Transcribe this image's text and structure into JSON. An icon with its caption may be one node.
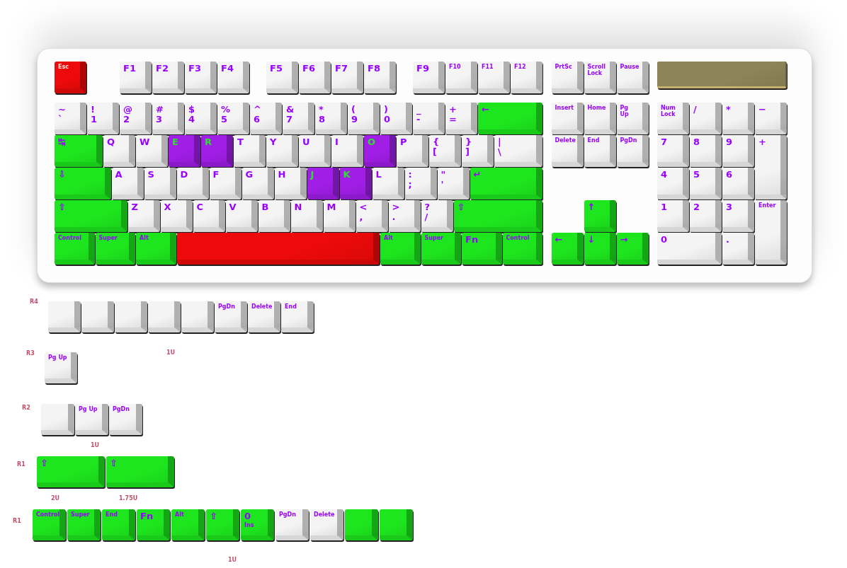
{
  "diagram": {
    "nodes": [
      {
        "text": [],
        "shape": "box"
      },
      {
        "text": [
          "Esc"
        ],
        "in": 0
      },
      {
        "text": [
          "F1"
        ],
        "in": 0
      },
      {
        "text": [
          "F2"
        ],
        "in": 0
      },
      {
        "text": [
          "F3"
        ],
        "in": 0
      },
      {
        "text": [
          "F4"
        ],
        "in": 0
      },
      {
        "text": [
          "F5"
        ],
        "in": 0
      },
      {
        "text": [
          "F6"
        ],
        "in": 0
      },
      {
        "text": [
          "F7"
        ],
        "in": 0
      },
      {
        "text": [
          "F8"
        ],
        "in": 0
      },
      {
        "text": [
          "F9"
        ],
        "in": 0
      },
      {
        "text": [
          "F10"
        ],
        "in": 0
      },
      {
        "text": [
          "F11"
        ],
        "in": 0
      },
      {
        "text": [
          "F12"
        ],
        "in": 0
      },
      {
        "text": [
          "PrtSc"
        ],
        "in": 0
      },
      {
        "text": [
          "Scroll Lock"
        ],
        "in": 0
      },
      {
        "text": [
          "Pause"
        ],
        "in": 0
      },
      {
        "text": [],
        "shape": "box",
        "in": 0
      },
      {
        "text": [
          "~",
          "`"
        ],
        "in": 0
      },
      {
        "text": [
          "!",
          "1"
        ],
        "in": 0
      },
      {
        "text": [
          "@",
          "2"
        ],
        "in": 0
      },
      {
        "text": [
          "#",
          "3"
        ],
        "in": 0
      },
      {
        "text": [
          "$",
          "4"
        ],
        "in": 0
      },
      {
        "text": [
          "%",
          "5"
        ],
        "in": 0
      },
      {
        "text": [
          "^",
          "6"
        ],
        "in": 0
      },
      {
        "text": [
          "&",
          "7"
        ],
        "in": 0
      },
      {
        "text": [
          "*",
          "8"
        ],
        "in": 0
      },
      {
        "text": [
          "(",
          "9"
        ],
        "in": 0
      },
      {
        "text": [
          ")",
          "0"
        ],
        "in": 0
      },
      {
        "text": [
          "_",
          "-"
        ],
        "in": 0
      },
      {
        "text": [
          "+",
          "="
        ],
        "in": 0
      },
      {
        "text": [
          "←"
        ],
        "in": 0
      },
      {
        "text": [
          "Insert"
        ],
        "in": 0
      },
      {
        "text": [
          "Home"
        ],
        "in": 0
      },
      {
        "text": [
          "Pg Up"
        ],
        "in": 0
      },
      {
        "text": [
          "Num Lock"
        ],
        "in": 0
      },
      {
        "text": [
          "/"
        ],
        "in": 0
      },
      {
        "text": [
          "*"
        ],
        "in": 0
      },
      {
        "text": [
          "−"
        ],
        "in": 0
      },
      {
        "text": [
          "↹"
        ],
        "in": 0
      },
      {
        "text": [
          "Q"
        ],
        "in": 0
      },
      {
        "text": [
          "W"
        ],
        "in": 0
      },
      {
        "text": [
          "E"
        ],
        "in": 0
      },
      {
        "text": [
          "R"
        ],
        "in": 0
      },
      {
        "text": [
          "T"
        ],
        "in": 0
      },
      {
        "text": [
          "Y"
        ],
        "in": 0
      },
      {
        "text": [
          "U"
        ],
        "in": 0
      },
      {
        "text": [
          "I"
        ],
        "in": 0
      },
      {
        "text": [
          "O"
        ],
        "in": 0
      },
      {
        "text": [
          "P"
        ],
        "in": 0
      },
      {
        "text": [
          "{",
          "["
        ],
        "in": 0
      },
      {
        "text": [
          "}",
          "]"
        ],
        "in": 0
      },
      {
        "text": [
          "|",
          "\\"
        ],
        "in": 0
      },
      {
        "text": [
          "Delete"
        ],
        "in": 0
      },
      {
        "text": [
          "End"
        ],
        "in": 0
      },
      {
        "text": [
          "PgDn"
        ],
        "in": 0
      },
      {
        "text": [
          "7"
        ],
        "in": 0
      },
      {
        "text": [
          "8"
        ],
        "in": 0
      },
      {
        "text": [
          "9"
        ],
        "in": 0
      },
      {
        "text": [
          "+"
        ],
        "in": 0
      },
      {
        "text": [
          "⇩"
        ],
        "in": 0
      },
      {
        "text": [
          "A"
        ],
        "in": 0
      },
      {
        "text": [
          "S"
        ],
        "in": 0
      },
      {
        "text": [
          "D"
        ],
        "in": 0
      },
      {
        "text": [
          "F"
        ],
        "in": 0
      },
      {
        "text": [
          "G"
        ],
        "in": 0
      },
      {
        "text": [
          "H"
        ],
        "in": 0
      },
      {
        "text": [
          "J"
        ],
        "in": 0
      },
      {
        "text": [
          "K"
        ],
        "in": 0
      },
      {
        "text": [
          "L"
        ],
        "in": 0
      },
      {
        "text": [
          ":",
          ";"
        ],
        "in": 0
      },
      {
        "text": [
          "\"",
          "'"
        ],
        "in": 0
      },
      {
        "text": [
          "↵"
        ],
        "in": 0
      },
      {
        "text": [
          "4"
        ],
        "in": 0
      },
      {
        "text": [
          "5"
        ],
        "in": 0
      },
      {
        "text": [
          "6"
        ],
        "in": 0
      },
      {
        "text": [
          "⇧"
        ],
        "in": 0
      },
      {
        "text": [
          "Z"
        ],
        "in": 0
      },
      {
        "text": [
          "X"
        ],
        "in": 0
      },
      {
        "text": [
          "C"
        ],
        "in": 0
      },
      {
        "text": [
          "V"
        ],
        "in": 0
      },
      {
        "text": [
          "B"
        ],
        "in": 0
      },
      {
        "text": [
          "N"
        ],
        "in": 0
      },
      {
        "text": [
          "M"
        ],
        "in": 0
      },
      {
        "text": [
          "<",
          ","
        ],
        "in": 0
      },
      {
        "text": [
          ">",
          "."
        ],
        "in": 0
      },
      {
        "text": [
          "?",
          "/"
        ],
        "in": 0
      },
      {
        "text": [
          "⇧"
        ],
        "in": 0
      },
      {
        "text": [
          "↑"
        ],
        "in": 0
      },
      {
        "text": [
          "1"
        ],
        "in": 0
      },
      {
        "text": [
          "2"
        ],
        "in": 0
      },
      {
        "text": [
          "3"
        ],
        "in": 0
      },
      {
        "text": [
          "Enter"
        ],
        "in": 0
      },
      {
        "text": [
          "Control"
        ],
        "in": 0
      },
      {
        "text": [
          "Super"
        ],
        "in": 0
      },
      {
        "text": [
          "Alt"
        ],
        "in": 0
      },
      {
        "text": [],
        "shape": "box",
        "in": 0
      },
      {
        "text": [
          "Alt"
        ],
        "in": 0
      },
      {
        "text": [
          "Super"
        ],
        "in": 0
      },
      {
        "text": [
          "Fn"
        ],
        "in": 0
      },
      {
        "text": [
          "Control"
        ],
        "in": 0
      },
      {
        "text": [
          "←"
        ],
        "in": 0
      },
      {
        "text": [
          "↓"
        ],
        "in": 0
      },
      {
        "text": [
          "→"
        ],
        "in": 0
      },
      {
        "text": [
          "0"
        ],
        "in": 0
      },
      {
        "text": [
          "."
        ],
        "in": 0
      },
      {
        "text": [],
        "shape": "box"
      },
      {
        "text": [],
        "shape": "box"
      },
      {
        "text": [],
        "shape": "box"
      },
      {
        "text": [],
        "shape": "box"
      },
      {
        "text": [],
        "shape": "box"
      },
      {
        "text": [
          "PgDn"
        ]
      },
      {
        "text": [
          "Delete"
        ]
      },
      {
        "text": [
          "End"
        ]
      },
      {
        "text": [
          "Pg Up"
        ]
      },
      {
        "text": [],
        "shape": "box"
      },
      {
        "text": [
          "Pg Up"
        ]
      },
      {
        "text": [
          "PgDn"
        ]
      },
      {
        "text": [
          "⇧"
        ]
      },
      {
        "text": [
          "⇧"
        ]
      },
      {
        "text": [
          "Control"
        ]
      },
      {
        "text": [
          "Super"
        ]
      },
      {
        "text": [
          "End"
        ]
      },
      {
        "text": [
          "Fn"
        ]
      },
      {
        "text": [
          "Alt"
        ]
      },
      {
        "text": [
          "⇧"
        ]
      },
      {
        "text": [
          "0",
          "Ins"
        ]
      },
      {
        "text": [
          "PgDn"
        ]
      },
      {
        "text": [
          "Delete"
        ]
      },
      {
        "text": [],
        "shape": "box"
      },
      {
        "text": [],
        "shape": "box"
      }
    ],
    "labels": [
      "R4",
      "R3",
      "1U",
      "R2",
      "1U",
      "R1",
      "2U",
      "1.75U",
      "R1",
      "1U"
    ]
  }
}
